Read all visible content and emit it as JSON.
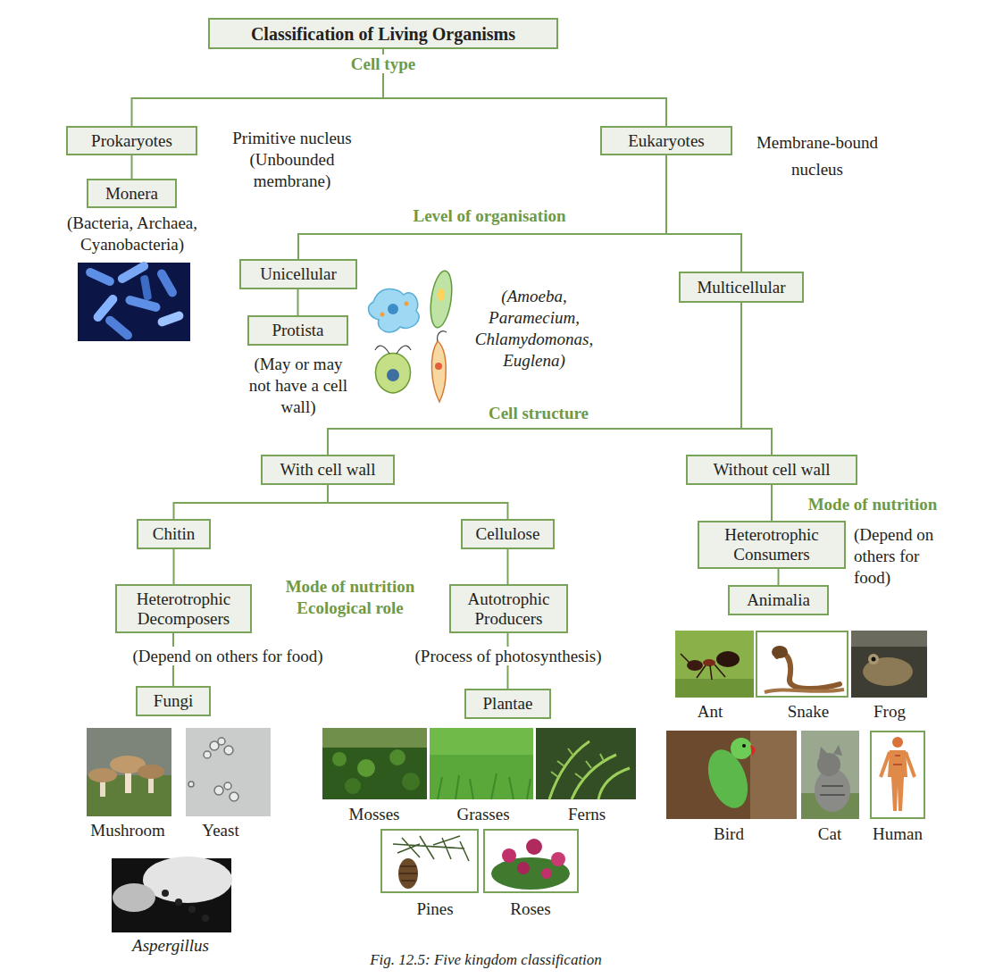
{
  "diagram": {
    "caption": "Fig. 12.5: Five kingdom classification",
    "nodes": [
      {
        "text": [
          "Classification of Living Organisms"
        ]
      },
      {
        "text": [
          "Prokaryotes"
        ]
      },
      {
        "text": [
          "Eukaryotes"
        ]
      },
      {
        "text": [
          "Monera"
        ]
      },
      {
        "text": [
          "Unicellular"
        ]
      },
      {
        "text": [
          "Multicellular"
        ]
      },
      {
        "text": [
          "Protista"
        ]
      },
      {
        "text": [
          "With cell wall"
        ]
      },
      {
        "text": [
          "Without cell wall"
        ]
      },
      {
        "text": [
          "Chitin"
        ]
      },
      {
        "text": [
          "Cellulose"
        ]
      },
      {
        "text": [
          "Heterotrophic Consumers"
        ]
      },
      {
        "text": [
          "Heterotrophic Decomposers"
        ]
      },
      {
        "text": [
          "Autotrophic Producers"
        ]
      },
      {
        "text": [
          "Animalia"
        ]
      },
      {
        "text": [
          "Fungi"
        ]
      },
      {
        "text": [
          "Plantae"
        ]
      }
    ],
    "edges": [
      {
        "from": 0,
        "to": 1,
        "arrow": "none"
      },
      {
        "from": 0,
        "to": 2,
        "arrow": "none"
      },
      {
        "from": 1,
        "to": 3,
        "arrow": "none"
      },
      {
        "from": 2,
        "to": 4,
        "arrow": "none"
      },
      {
        "from": 2,
        "to": 5,
        "arrow": "none"
      },
      {
        "from": 4,
        "to": 6,
        "arrow": "none"
      },
      {
        "from": 5,
        "to": 7,
        "arrow": "none"
      },
      {
        "from": 5,
        "to": 8,
        "arrow": "none"
      },
      {
        "from": 7,
        "to": 9,
        "arrow": "none"
      },
      {
        "from": 7,
        "to": 10,
        "arrow": "none"
      },
      {
        "from": 8,
        "to": 11,
        "arrow": "none"
      },
      {
        "from": 9,
        "to": 12,
        "arrow": "none"
      },
      {
        "from": 10,
        "to": 13,
        "arrow": "none"
      },
      {
        "from": 11,
        "to": 14,
        "arrow": "none"
      },
      {
        "from": 12,
        "to": 15,
        "arrow": "none"
      },
      {
        "from": 13,
        "to": 16,
        "arrow": "none"
      }
    ],
    "labels": [
      "Cell type",
      "Primitive nucleus (Unbounded membrane)",
      "Membrane-bound nucleus",
      "Level of organisation",
      "(Bacteria, Archaea, Cyanobacteria)",
      "(Amoeba, Paramecium, Chlamydomonas, Euglena)",
      "(May or may not have a cell wall)",
      "Cell structure",
      "Mode of nutrition",
      "(Depend on others for food)",
      "Mode of nutrition Ecological role",
      "(Depend on others for food)",
      "(Process of photosynthesis)",
      "Ant",
      "Snake",
      "Frog",
      "Mosses",
      "Grasses",
      "Ferns",
      "Mushroom",
      "Yeast",
      "Bird",
      "Cat",
      "Human",
      "Pines",
      "Roses",
      "Aspergillus"
    ]
  }
}
